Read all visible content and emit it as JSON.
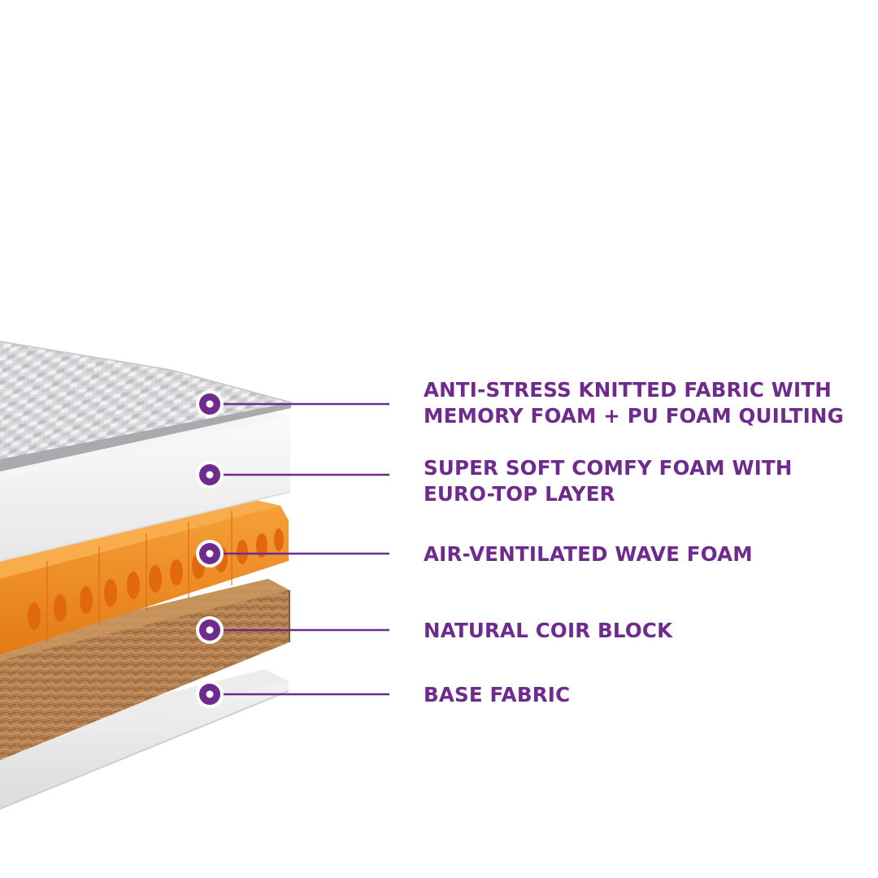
{
  "colors": {
    "accent": "#6f2a8e",
    "wave_foam": "#f28a1c",
    "coir": "#b98452"
  },
  "layers": [
    {
      "lines": [
        "ANTI-STRESS KNITTED FABRIC WITH",
        "MEMORY FOAM + PU FOAM QUILTING"
      ]
    },
    {
      "lines": [
        "SUPER SOFT COMFY FOAM WITH",
        "EURO-TOP LAYER"
      ]
    },
    {
      "lines": [
        "AIR-VENTILATED WAVE FOAM"
      ]
    },
    {
      "lines": [
        "NATURAL COIR BLOCK"
      ]
    },
    {
      "lines": [
        "BASE FABRIC"
      ]
    }
  ]
}
